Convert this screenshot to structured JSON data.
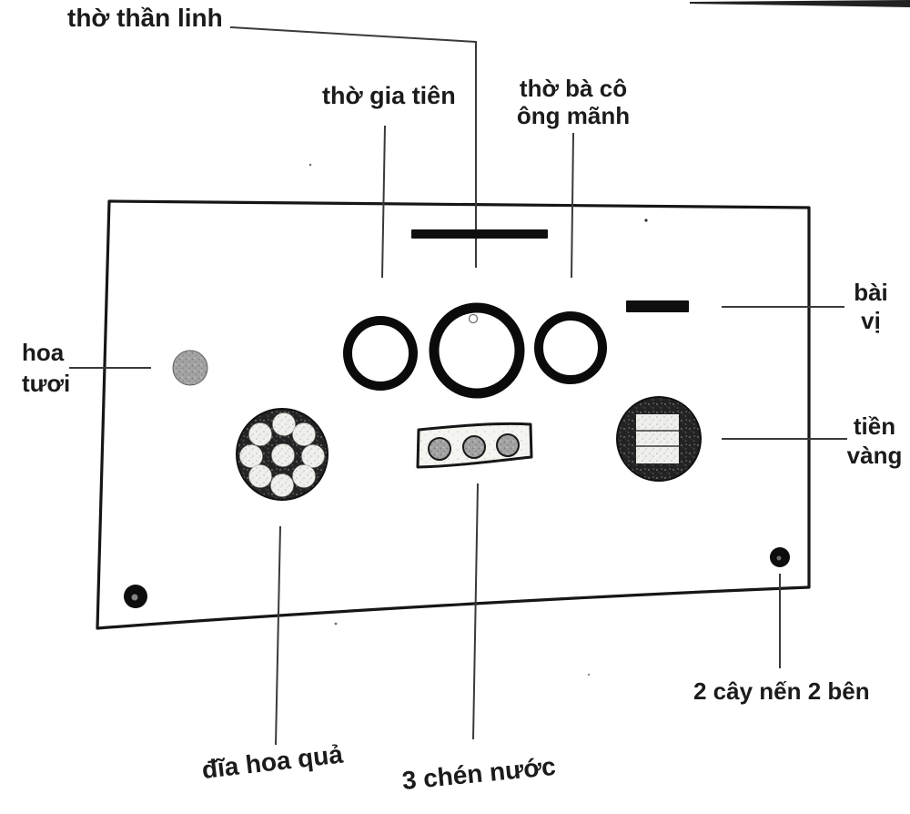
{
  "diagram": {
    "kind": "altar-layout-diagram",
    "labels": {
      "than_linh": "thờ thần linh",
      "gia_tien": "thờ gia tiên",
      "ba_co_ong_manh": "thờ bà cô\nông mãnh",
      "hoa_tuoi": "hoa\ntươi",
      "bai_vi": "bài\nvị",
      "tien_vang": "tiền\nvàng",
      "dia_hoa_qua": "đĩa hoa quả",
      "chen_nuoc": "3 chén nước",
      "cay_nen": "2 cây nến 2 bên"
    },
    "colors": {
      "ink": "#161616",
      "leader_line": "#3a3a3a",
      "paper": "#ffffff",
      "stipple_dark": "#232323",
      "stipple_light": "#efefec",
      "stipple_mid": "#a3a3a3"
    }
  }
}
